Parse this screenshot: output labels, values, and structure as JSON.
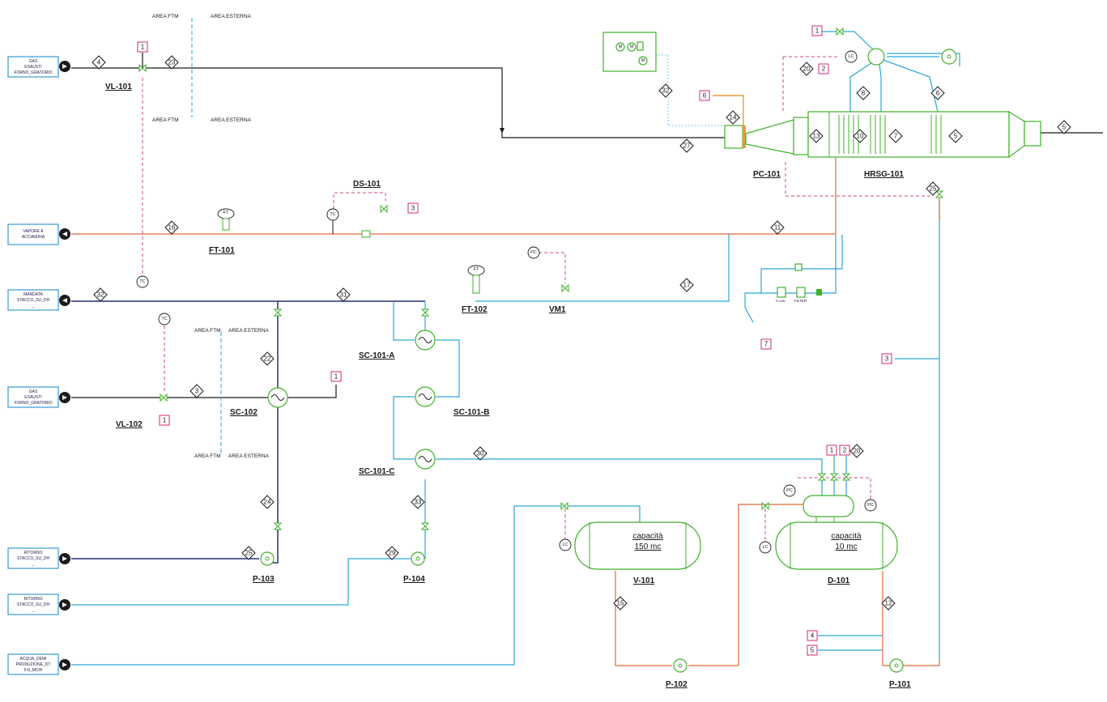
{
  "sources": [
    {
      "id": "gas1",
      "lines": [
        "GAS",
        "ESAUSTI",
        "FORNO_GRATORIO"
      ]
    },
    {
      "id": "vapore",
      "lines": [
        "VAPORE A",
        "ACCIAIERIA"
      ]
    },
    {
      "id": "mandata",
      "lines": [
        "MANDATA",
        "STACCO_SU_DH",
        "_"
      ]
    },
    {
      "id": "gas2",
      "lines": [
        "GAS",
        "ESAUSTI",
        "FORNO_GRATORIO"
      ]
    },
    {
      "id": "ritorno1",
      "lines": [
        "RITORNO",
        "STACCO_SU_DH",
        "_"
      ]
    },
    {
      "id": "ritorno2",
      "lines": [
        "RITORNO",
        "STACCO_SU_DH",
        "_"
      ]
    },
    {
      "id": "acqua",
      "lines": [
        "ACQUA_DEMI",
        "PRODUZIONE_DT",
        "5-8_MC/H"
      ]
    }
  ],
  "equipment_tags": {
    "vl101": "VL-101",
    "vl102": "VL-102",
    "ds101": "DS-101",
    "ft101": "FT-101",
    "ft102": "FT-102",
    "vm1": "VM1",
    "sc101a": "SC-101-A",
    "sc101b": "SC-101-B",
    "sc101c": "SC-101-C",
    "sc102": "SC-102",
    "pc101": "PC-101",
    "hrsg101": "HRSG-101",
    "p101": "P-101",
    "p102": "P-102",
    "p103": "P-103",
    "p104": "P-104",
    "v101": "V-101",
    "d101": "D-101"
  },
  "area_labels": {
    "ftm": "AREA FTM",
    "esterna": "AREA ESTERNA"
  },
  "vessels": {
    "v101": {
      "line1": "capacità",
      "line2": "150 mc"
    },
    "d101": {
      "line1": "capacità",
      "line2": "10 mc"
    }
  },
  "instruments": {
    "tc": "TC",
    "pc": "PC",
    "lc": "LC",
    "ft": "FT",
    "m": "M"
  },
  "filter_labels": {
    "flow": "FLOW",
    "filter": "FILTER"
  },
  "stream_numbers": [
    "4",
    "23",
    "32",
    "31",
    "16",
    "11",
    "17",
    "22",
    "3",
    "24",
    "25",
    "29",
    "33",
    "30",
    "15",
    "12",
    "27",
    "14",
    "13",
    "10",
    "7",
    "5",
    "8",
    "6",
    "20"
  ],
  "references": [
    "1",
    "2",
    "3",
    "4",
    "5",
    "6",
    "7"
  ],
  "colors": {
    "gas": "#1a1a1a",
    "steam": "#e0683a",
    "water": "#2aa6d8",
    "district_heating": "#23307a",
    "signal": "#d04a8a",
    "equipment": "#3fb02a",
    "reference_box": "#d0287a"
  }
}
